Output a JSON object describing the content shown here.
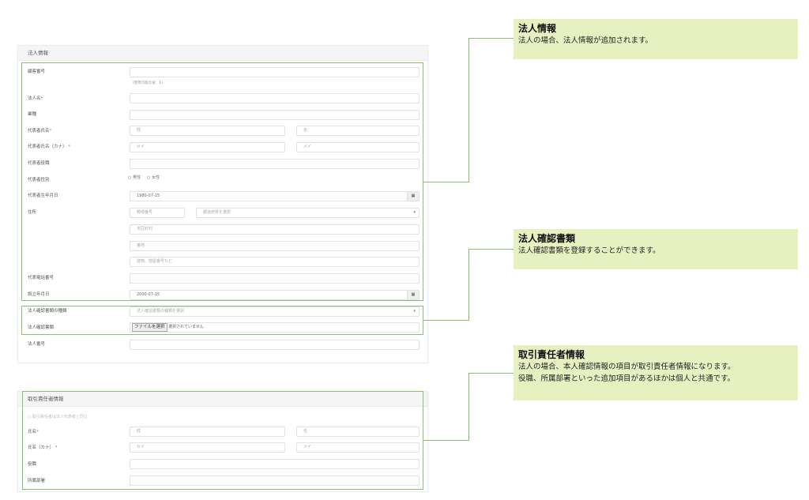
{
  "corporate": {
    "title": "法人情報",
    "customer_no": {
      "label": "顧客番号",
      "hint_prefix": "(使用可能な値：",
      "hint_value": "1",
      "hint_suffix": ")"
    },
    "corp_name": {
      "label": "法人名",
      "req": "*"
    },
    "industry": {
      "label": "業種"
    },
    "rep_name": {
      "label": "代表者氏名",
      "req": "*",
      "ph_last": "姓",
      "ph_first": "名"
    },
    "rep_kana": {
      "label": "代表者氏名（カナ）",
      "req": "*",
      "ph_last": "セイ",
      "ph_first": "メイ"
    },
    "rep_title": {
      "label": "代表者役職"
    },
    "rep_gender": {
      "label": "代表者性別",
      "male": "男性",
      "female": "女性"
    },
    "rep_birth": {
      "label": "代表者生年月日",
      "value": "1980-07-15",
      "icon": "calendar-icon"
    },
    "address": {
      "label": "住所",
      "ph_zip": "郵便番号",
      "ph_pref": "都道府県を選択",
      "ph_city": "市区町村",
      "ph_street": "番地",
      "ph_building": "建物、部屋番号など"
    },
    "phone": {
      "label": "代表電話番号"
    },
    "founded": {
      "label": "設立年月日",
      "value": "2000-07-15"
    },
    "doc_type": {
      "label": "法人確認書類の種類",
      "placeholder": "法人確認書類の種類を選択"
    },
    "doc_file": {
      "label": "法人確認書類",
      "button": "ファイルを選択",
      "status": "選択されていません"
    },
    "corp_no": {
      "label": "法人番号"
    }
  },
  "manager": {
    "title": "取引責任者情報",
    "same_as_rep": "取引責任者は法人代表者と同じ",
    "name": {
      "label": "氏名",
      "req": "*",
      "ph_last": "姓",
      "ph_first": "名"
    },
    "kana": {
      "label": "氏名（カナ）",
      "req": "*",
      "ph_last": "セイ",
      "ph_first": "メイ"
    },
    "position": {
      "label": "役職"
    },
    "department": {
      "label": "所属部署"
    }
  },
  "callouts": [
    {
      "title": "法人情報",
      "lines": [
        "法人の場合、法人情報が追加されます。"
      ]
    },
    {
      "title": "法人確認書類",
      "lines": [
        "法人確認書類を登録することができます。"
      ]
    },
    {
      "title": "取引責任者情報",
      "lines": [
        "法人の場合、本人確認情報の項目が取引責任者情報になります。",
        "役職、所属部署といった追加項目があるほかは個人と共通です。"
      ]
    }
  ],
  "colors": {
    "highlight": "#8fbf6e",
    "callout_bg": "#e6f0c0",
    "required": "#e05050"
  }
}
